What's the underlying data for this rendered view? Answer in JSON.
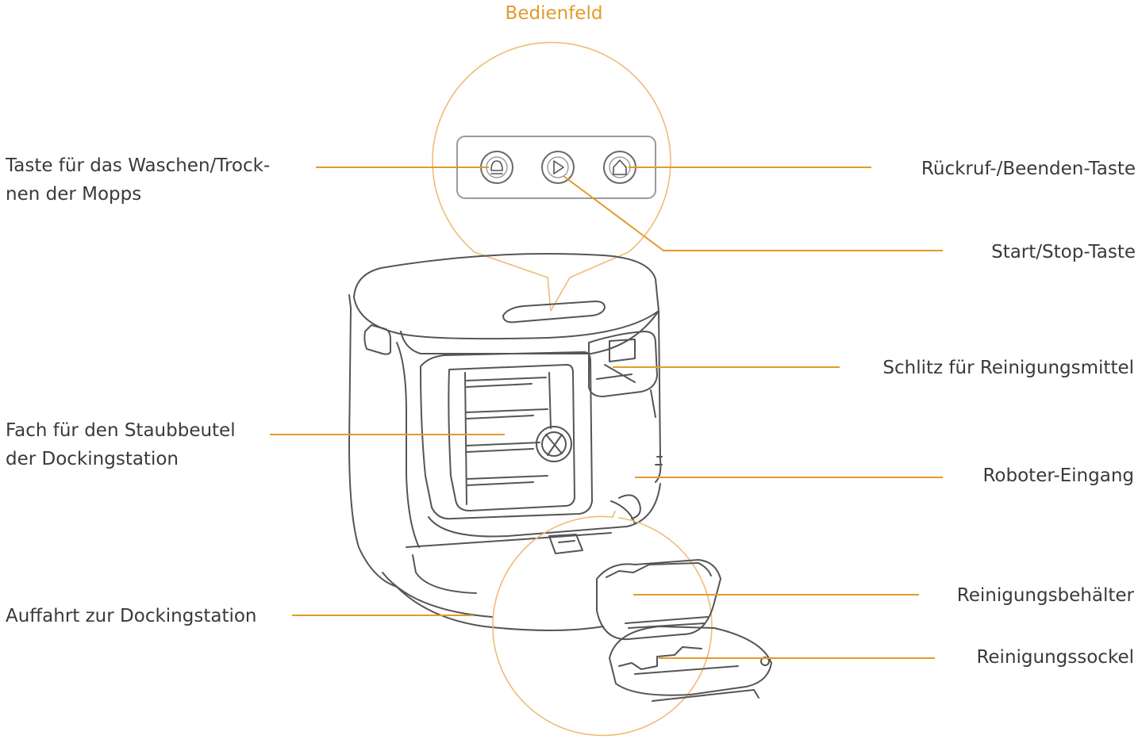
{
  "title": "Bedienfeld",
  "accent_color": "#e39a2c",
  "labels": {
    "wash_dry_button": [
      "Taste für das Waschen/Trock-",
      "nen der Mopps"
    ],
    "recall_button": "Rückruf-/Beenden-Taste",
    "start_stop_button": "Start/Stop-Taste",
    "detergent_slot": "Schlitz für Reinigungsmittel",
    "dust_bag_compartment": [
      "Fach für den Staubbeutel",
      "der Dockingstation"
    ],
    "robot_entrance": "Roboter-Eingang",
    "cleaning_tray": "Reinigungsbehälter",
    "cleaning_base": "Reinigungssockel",
    "ramp": "Auffahrt zur Dockingstation"
  },
  "icons": [
    "mop-wash-icon",
    "play-icon",
    "home-icon"
  ]
}
